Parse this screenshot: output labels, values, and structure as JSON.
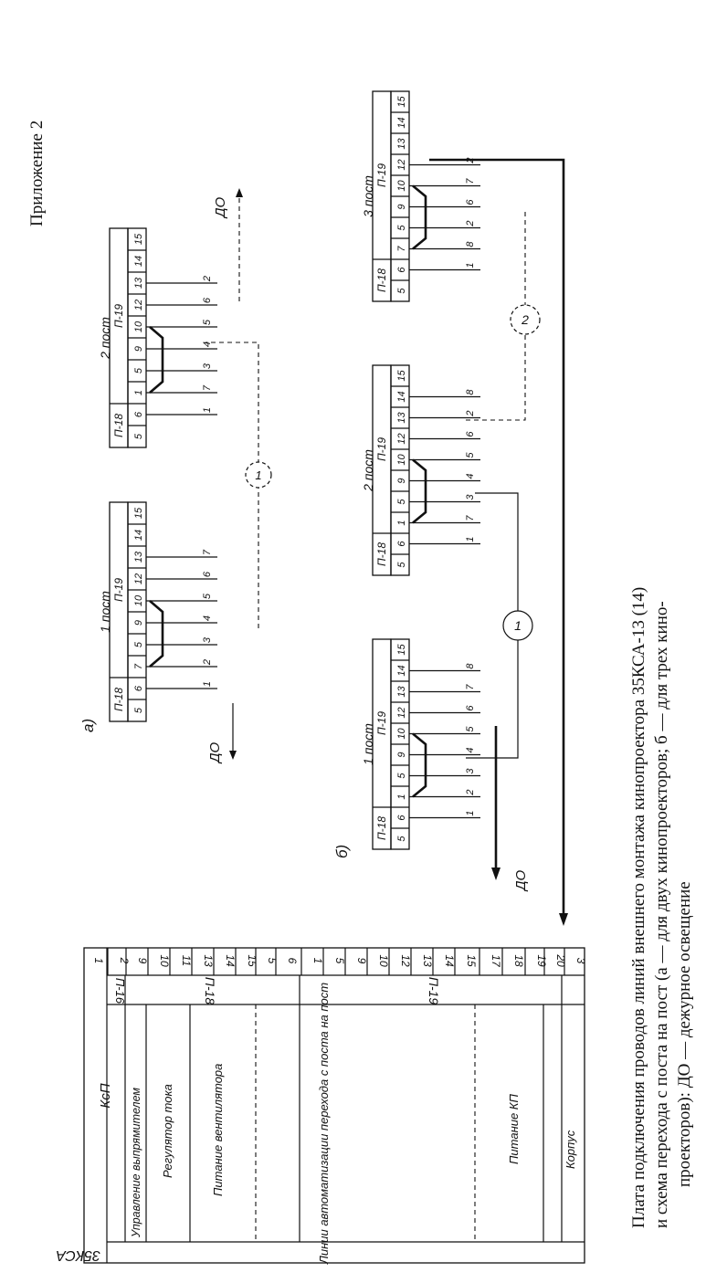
{
  "appendix": "Приложение 2",
  "caption": {
    "line1": "Плата подключения проводов линий внешнего монтажа кинопроектора 35КСА-13 (14)",
    "line2": "и схема перехода с поста на пост (а — для двух кинопроекторов; б — для трех кино-",
    "line3": "проекторов): ДО — дежурное освещение"
  },
  "terminal_board": {
    "title": "35КСА",
    "header_groups": [
      "КсП",
      "П-16",
      "П-18",
      "П-19"
    ],
    "numbers": [
      "1",
      "2",
      "9",
      "10",
      "11",
      "13",
      "14",
      "15",
      "5",
      "6",
      "1",
      "5",
      "9",
      "10",
      "12",
      "13",
      "14",
      "15",
      "17",
      "18",
      "19",
      "20",
      "3"
    ],
    "functions": [
      "Управление выпрямителем",
      "Регулятор тока",
      "Питание вентилятора",
      "Линии автоматизации перехода с поста на пост",
      "Питание КП",
      "Корпус"
    ]
  },
  "scheme_a": {
    "marker": "а)",
    "post1": {
      "title": "1 пост",
      "conn_left": "П-18",
      "conn_right": "П-19",
      "top_pins": [
        "5",
        "6",
        "7",
        "5",
        "9",
        "10",
        "12",
        "13",
        "14",
        "15"
      ],
      "bottom_labels": [
        "1",
        "2",
        "3",
        "4",
        "5",
        "6",
        "7"
      ]
    },
    "post2": {
      "title": "2 пост",
      "conn_left": "П-18",
      "conn_right": "П-19",
      "top_pins": [
        "5",
        "6",
        "1",
        "5",
        "9",
        "10",
        "12",
        "13",
        "14",
        "15"
      ],
      "bottom_labels": [
        "1",
        "7",
        "3",
        "4",
        "5",
        "6",
        "2"
      ]
    },
    "do_left": "ДО",
    "do_right": "ДО",
    "circle_label": "1"
  },
  "scheme_b": {
    "marker": "б)",
    "post1": {
      "title": "1 пост",
      "conn_left": "П-18",
      "conn_right": "П-19",
      "top_pins": [
        "5",
        "6",
        "1",
        "5",
        "9",
        "10",
        "12",
        "13",
        "14",
        "15"
      ],
      "bottom_labels": [
        "1",
        "2",
        "3",
        "4",
        "5",
        "6",
        "7",
        "8"
      ]
    },
    "post2": {
      "title": "2 пост",
      "conn_left": "П-18",
      "conn_right": "П-19",
      "top_pins": [
        "5",
        "6",
        "1",
        "5",
        "9",
        "10",
        "12",
        "13",
        "14",
        "15"
      ],
      "bottom_labels": [
        "1",
        "7",
        "3",
        "4",
        "5",
        "6",
        "2",
        "8"
      ]
    },
    "post3": {
      "title": "3 пост",
      "conn_left": "П-18",
      "conn_right": "П-19",
      "top_pins": [
        "5",
        "6",
        "7",
        "5",
        "9",
        "10",
        "12",
        "13",
        "14",
        "15"
      ],
      "bottom_labels": [
        "1",
        "8",
        "2",
        "6",
        "7",
        "2"
      ]
    },
    "do_left": "ДО",
    "circle1": "1",
    "circle2": "2"
  }
}
